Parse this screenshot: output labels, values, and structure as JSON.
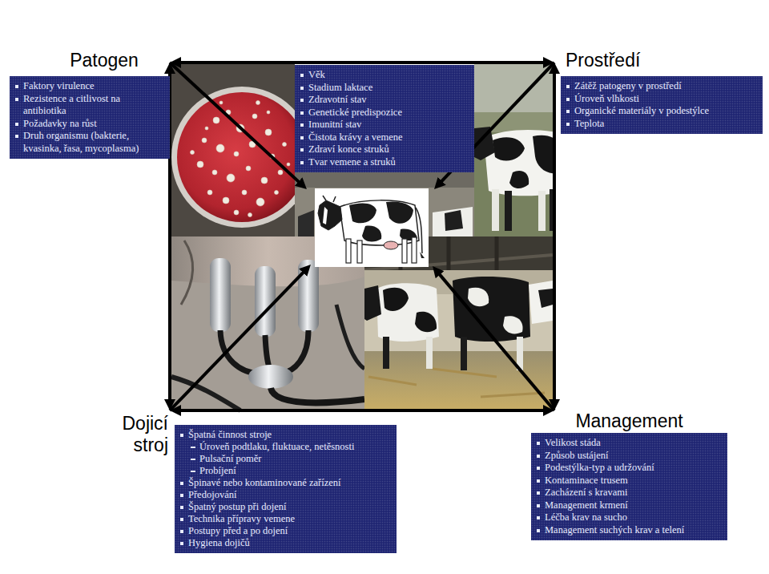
{
  "diagram": {
    "nodes": [
      {
        "text": [
          "Patogen",
          "Faktory virulence",
          "Rezistence a citlivost na antibiotika",
          "Požadavky na růst",
          "Druh organismu (bakterie, kvasinka, řasa, mycoplasma)"
        ]
      },
      {
        "text": [
          "Věk",
          "Stadium laktace",
          "Zdravotní stav",
          "Genetické predispozice",
          "Imunitní stav",
          "Čistota krávy a vemene",
          "Zdraví konce struků",
          "Tvar vemene a struků"
        ]
      },
      {
        "text": [
          "Prostředí",
          "Zátěž patogeny v prostředí",
          "Úroveň vlhkosti",
          "Organické materiály v podestýlce",
          "Teplota"
        ]
      },
      {
        "text": [
          "Dojicí stroj",
          "Špatná činnost stroje",
          "Úroveň podtlaku, fluktuace, netěsnosti",
          "Pulsační poměr",
          "Probíjení",
          "Špinavé nebo kontaminované zařízení",
          "Předojování",
          "Špatný postup při dojení",
          "Technika přípravy vemene",
          "Postupy před a po dojení",
          "Hygiena dojičů"
        ]
      },
      {
        "text": [
          "Management",
          "Velikost stáda",
          "Způsob ustájení",
          "Podestýlka-typ a udržování",
          "Kontaminace trusem",
          "Zacházení s kravami",
          "Management krmení",
          "Léčba krav na sucho",
          "Management suchých krav a telení"
        ]
      }
    ],
    "edges": [
      {
        "from": 0,
        "to": 2,
        "arrow": "both"
      },
      {
        "from": 0,
        "to": 3,
        "arrow": "both"
      },
      {
        "from": 2,
        "to": 4,
        "arrow": "both"
      },
      {
        "from": 3,
        "to": 4,
        "arrow": "both"
      }
    ]
  }
}
